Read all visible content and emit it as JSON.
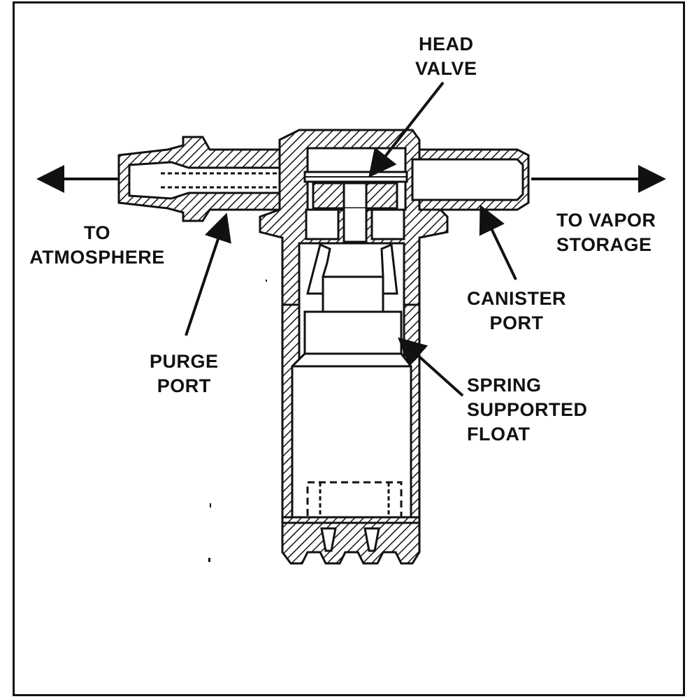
{
  "labels": {
    "head_valve": [
      "HEAD",
      "VALVE"
    ],
    "to_atmosphere": [
      "TO",
      "ATMOSPHERE"
    ],
    "purge_port": [
      "PURGE",
      "PORT"
    ],
    "to_vapor_storage": [
      "TO VAPOR",
      "STORAGE"
    ],
    "canister_port": [
      "CANISTER",
      "PORT"
    ],
    "spring_supported_float": [
      "SPRING",
      "SUPPORTED",
      "FLOAT"
    ]
  },
  "colors": {
    "ink": "#111111",
    "paper": "#ffffff"
  }
}
